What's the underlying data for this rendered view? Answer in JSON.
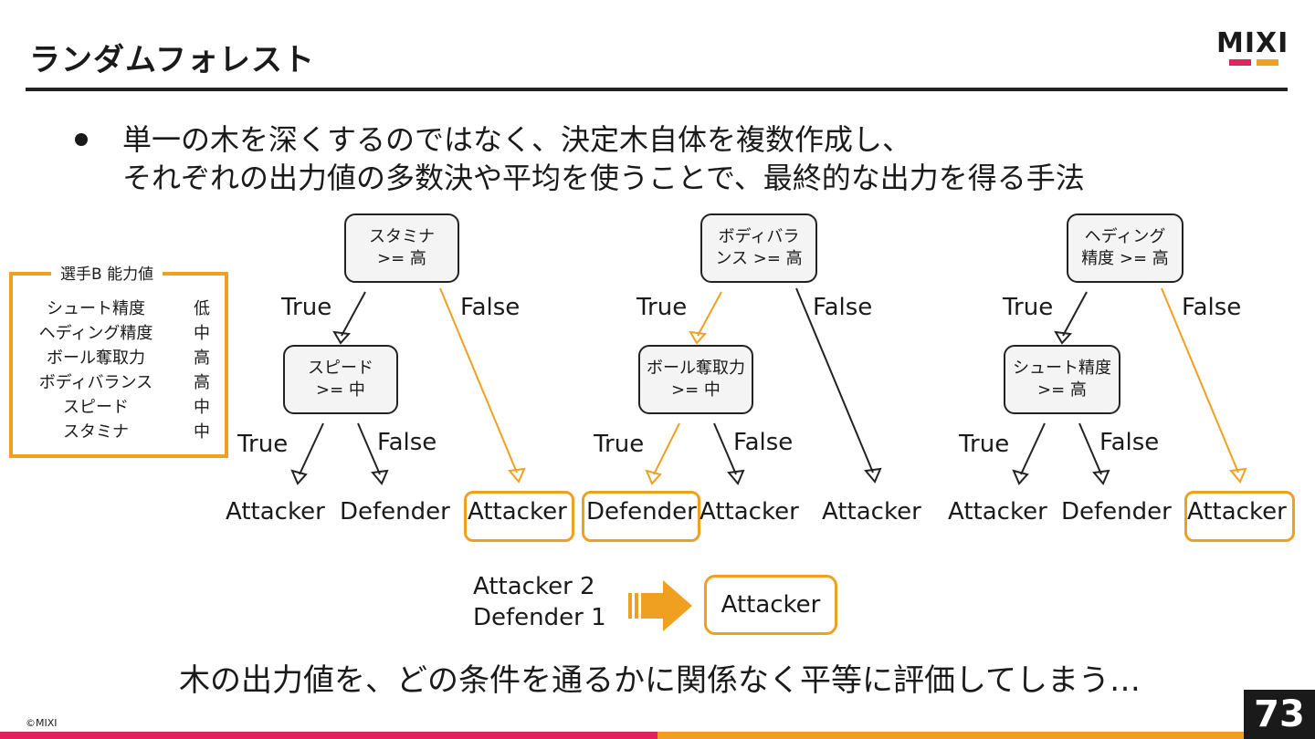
{
  "slide": {
    "title": "ランダムフォレスト",
    "logo_text": "MIXI",
    "copyright": "©MIXI",
    "page_number": "73",
    "colors": {
      "accent_orange": "#f0a020",
      "accent_pink": "#e0245e",
      "text": "#1a1a1a"
    }
  },
  "bullet": {
    "line1": "単一の木を深くするのではなく、決定木自体を複数作成し、",
    "line2": "それぞれの出力値の多数決や平均を使うことで、最終的な出力を得る手法"
  },
  "player": {
    "title": "選手B 能力値",
    "stats": [
      {
        "name": "シュート精度",
        "value": "低"
      },
      {
        "name": "ヘディング精度",
        "value": "中"
      },
      {
        "name": "ボール奪取力",
        "value": "高"
      },
      {
        "name": "ボディバランス",
        "value": "高"
      },
      {
        "name": "スピード",
        "value": "中"
      },
      {
        "name": "スタミナ",
        "value": "中"
      }
    ]
  },
  "trees": [
    {
      "root": "スタミナ\n>= 高",
      "child": "スピード\n>= 中",
      "labels": {
        "root_true": "True",
        "root_false": "False",
        "child_true": "True",
        "child_false": "False"
      },
      "leaves": [
        "Attacker",
        "Defender",
        "Attacker"
      ]
    },
    {
      "root": "ボディバラ\nンス >= 高",
      "child": "ボール奪取力\n>= 中",
      "labels": {
        "root_true": "True",
        "root_false": "False",
        "child_true": "True",
        "child_false": "False"
      },
      "leaves": [
        "Defender",
        "Attacker",
        "Attacker"
      ]
    },
    {
      "root": "ヘディング\n精度 >= 高",
      "child": "シュート精度\n>= 高",
      "labels": {
        "root_true": "True",
        "root_false": "False",
        "child_true": "True",
        "child_false": "False"
      },
      "leaves": [
        "Attacker",
        "Defender",
        "Attacker"
      ]
    }
  ],
  "vote": {
    "line1": "Attacker  2",
    "line2": "Defender 1",
    "result": "Attacker"
  },
  "conclusion": "木の出力値を、どの条件を通るかに関係なく平等に評価してしまう…"
}
